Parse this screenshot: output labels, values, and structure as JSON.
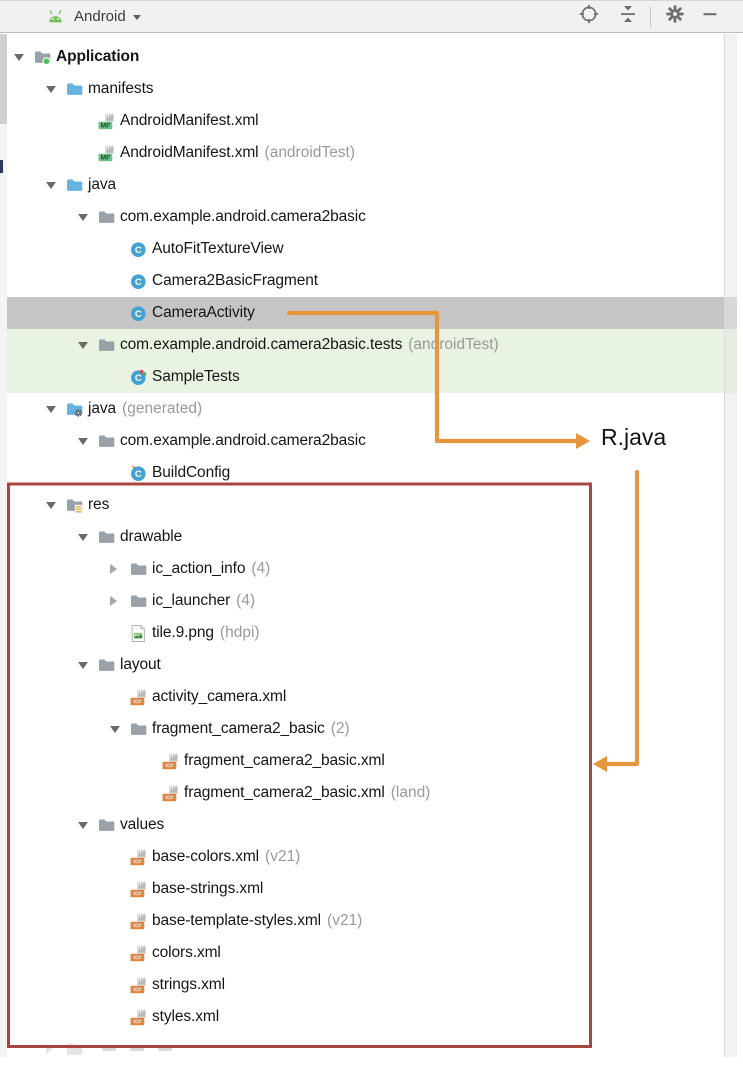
{
  "panel": {
    "title": "Android",
    "toolbar": [
      {
        "id": "locate"
      },
      {
        "id": "collapse-all"
      },
      {
        "id": "settings"
      },
      {
        "id": "hide"
      }
    ]
  },
  "tree": {
    "rows": [
      {
        "label": "Application",
        "suffix": "",
        "level": 0,
        "icon": "folder-app",
        "expand": "open",
        "bold": true,
        "bg": null
      },
      {
        "label": "manifests",
        "suffix": "",
        "level": 1,
        "icon": "folder-blue",
        "expand": "open",
        "bold": false,
        "bg": null
      },
      {
        "label": "AndroidManifest.xml",
        "suffix": "",
        "level": 2,
        "icon": "file-manifest",
        "expand": null,
        "bold": false,
        "bg": null
      },
      {
        "label": "AndroidManifest.xml",
        "suffix": "(androidTest)",
        "level": 2,
        "icon": "file-manifest",
        "expand": null,
        "bold": false,
        "bg": null
      },
      {
        "label": "java",
        "suffix": "",
        "level": 1,
        "icon": "folder-blue",
        "expand": "open",
        "bold": false,
        "bg": null
      },
      {
        "label": "com.example.android.camera2basic",
        "suffix": "",
        "level": 2,
        "icon": "folder-package",
        "expand": "open",
        "bold": false,
        "bg": null
      },
      {
        "label": "AutoFitTextureView",
        "suffix": "",
        "level": 3,
        "icon": "class",
        "expand": null,
        "bold": false,
        "bg": null
      },
      {
        "label": "Camera2BasicFragment",
        "suffix": "",
        "level": 3,
        "icon": "class",
        "expand": null,
        "bold": false,
        "bg": null
      },
      {
        "label": "CameraActivity",
        "suffix": "",
        "level": 3,
        "icon": "class",
        "expand": null,
        "bold": false,
        "bg": "selected"
      },
      {
        "label": "com.example.android.camera2basic.tests",
        "suffix": "(androidTest)",
        "level": 2,
        "icon": "folder-package",
        "expand": "open",
        "bold": false,
        "bg": "test"
      },
      {
        "label": "SampleTests",
        "suffix": "",
        "level": 3,
        "icon": "class-test",
        "expand": null,
        "bold": false,
        "bg": "test"
      },
      {
        "label": "java",
        "suffix": "(generated)",
        "level": 1,
        "icon": "folder-generated",
        "expand": "open",
        "bold": false,
        "bg": null
      },
      {
        "label": "com.example.android.camera2basic",
        "suffix": "",
        "level": 2,
        "icon": "folder-package",
        "expand": "open",
        "bold": false,
        "bg": null
      },
      {
        "label": "BuildConfig",
        "suffix": "",
        "level": 3,
        "icon": "class-gen",
        "expand": null,
        "bold": false,
        "bg": null
      },
      {
        "label": "res",
        "suffix": "",
        "level": 1,
        "icon": "folder-res",
        "expand": "open",
        "bold": false,
        "bg": null
      },
      {
        "label": "drawable",
        "suffix": "",
        "level": 2,
        "icon": "folder-package",
        "expand": "open",
        "bold": false,
        "bg": null
      },
      {
        "label": "ic_action_info",
        "suffix": "(4)",
        "level": 3,
        "icon": "folder-package",
        "expand": "closed",
        "bold": false,
        "bg": null
      },
      {
        "label": "ic_launcher",
        "suffix": "(4)",
        "level": 3,
        "icon": "folder-package",
        "expand": "closed",
        "bold": false,
        "bg": null
      },
      {
        "label": "tile.9.png",
        "suffix": "(hdpi)",
        "level": 3,
        "icon": "file-image",
        "expand": null,
        "bold": false,
        "bg": null
      },
      {
        "label": "layout",
        "suffix": "",
        "level": 2,
        "icon": "folder-package",
        "expand": "open",
        "bold": false,
        "bg": null
      },
      {
        "label": "activity_camera.xml",
        "suffix": "",
        "level": 3,
        "icon": "file-xml",
        "expand": null,
        "bold": false,
        "bg": null
      },
      {
        "label": "fragment_camera2_basic",
        "suffix": "(2)",
        "level": 3,
        "icon": "folder-package",
        "expand": "open",
        "bold": false,
        "bg": null
      },
      {
        "label": "fragment_camera2_basic.xml",
        "suffix": "",
        "level": 4,
        "icon": "file-xml",
        "expand": null,
        "bold": false,
        "bg": null
      },
      {
        "label": "fragment_camera2_basic.xml",
        "suffix": "(land)",
        "level": 4,
        "icon": "file-xml",
        "expand": null,
        "bold": false,
        "bg": null
      },
      {
        "label": "values",
        "suffix": "",
        "level": 2,
        "icon": "folder-package",
        "expand": "open",
        "bold": false,
        "bg": null
      },
      {
        "label": "base-colors.xml",
        "suffix": "(v21)",
        "level": 3,
        "icon": "file-xml",
        "expand": null,
        "bold": false,
        "bg": null
      },
      {
        "label": "base-strings.xml",
        "suffix": "",
        "level": 3,
        "icon": "file-xml",
        "expand": null,
        "bold": false,
        "bg": null
      },
      {
        "label": "base-template-styles.xml",
        "suffix": "(v21)",
        "level": 3,
        "icon": "file-xml",
        "expand": null,
        "bold": false,
        "bg": null
      },
      {
        "label": "colors.xml",
        "suffix": "",
        "level": 3,
        "icon": "file-xml",
        "expand": null,
        "bold": false,
        "bg": null
      },
      {
        "label": "strings.xml",
        "suffix": "",
        "level": 3,
        "icon": "file-xml",
        "expand": null,
        "bold": false,
        "bg": null
      },
      {
        "label": "styles.xml",
        "suffix": "",
        "level": 3,
        "icon": "file-xml",
        "expand": null,
        "bold": false,
        "bg": null
      },
      {
        "label": "",
        "suffix": "",
        "level": 1,
        "icon": "folder-package",
        "expand": "closed",
        "bold": false,
        "bg": null,
        "faded": true
      }
    ]
  },
  "annotations": {
    "r_java_label": "R.java"
  },
  "colors": {
    "arrow_orange": "#e8963c",
    "box_red": "#a9453f",
    "selection_gray": "#c5c5c5",
    "test_green_bg": "#e9f3e1",
    "folder_blue": "#68b2e1",
    "folder_gray": "#9aa0a7",
    "class_blue": "#42a2d3",
    "manifest_badge_green": "#6fc287",
    "xml_badge_orange": "#e0874a",
    "android_green": "#77c159",
    "toolbar_icon_gray": "#6e6e6e",
    "app_dot_green": "#46c25b",
    "res_lines_yellow": "#ddb64d"
  }
}
